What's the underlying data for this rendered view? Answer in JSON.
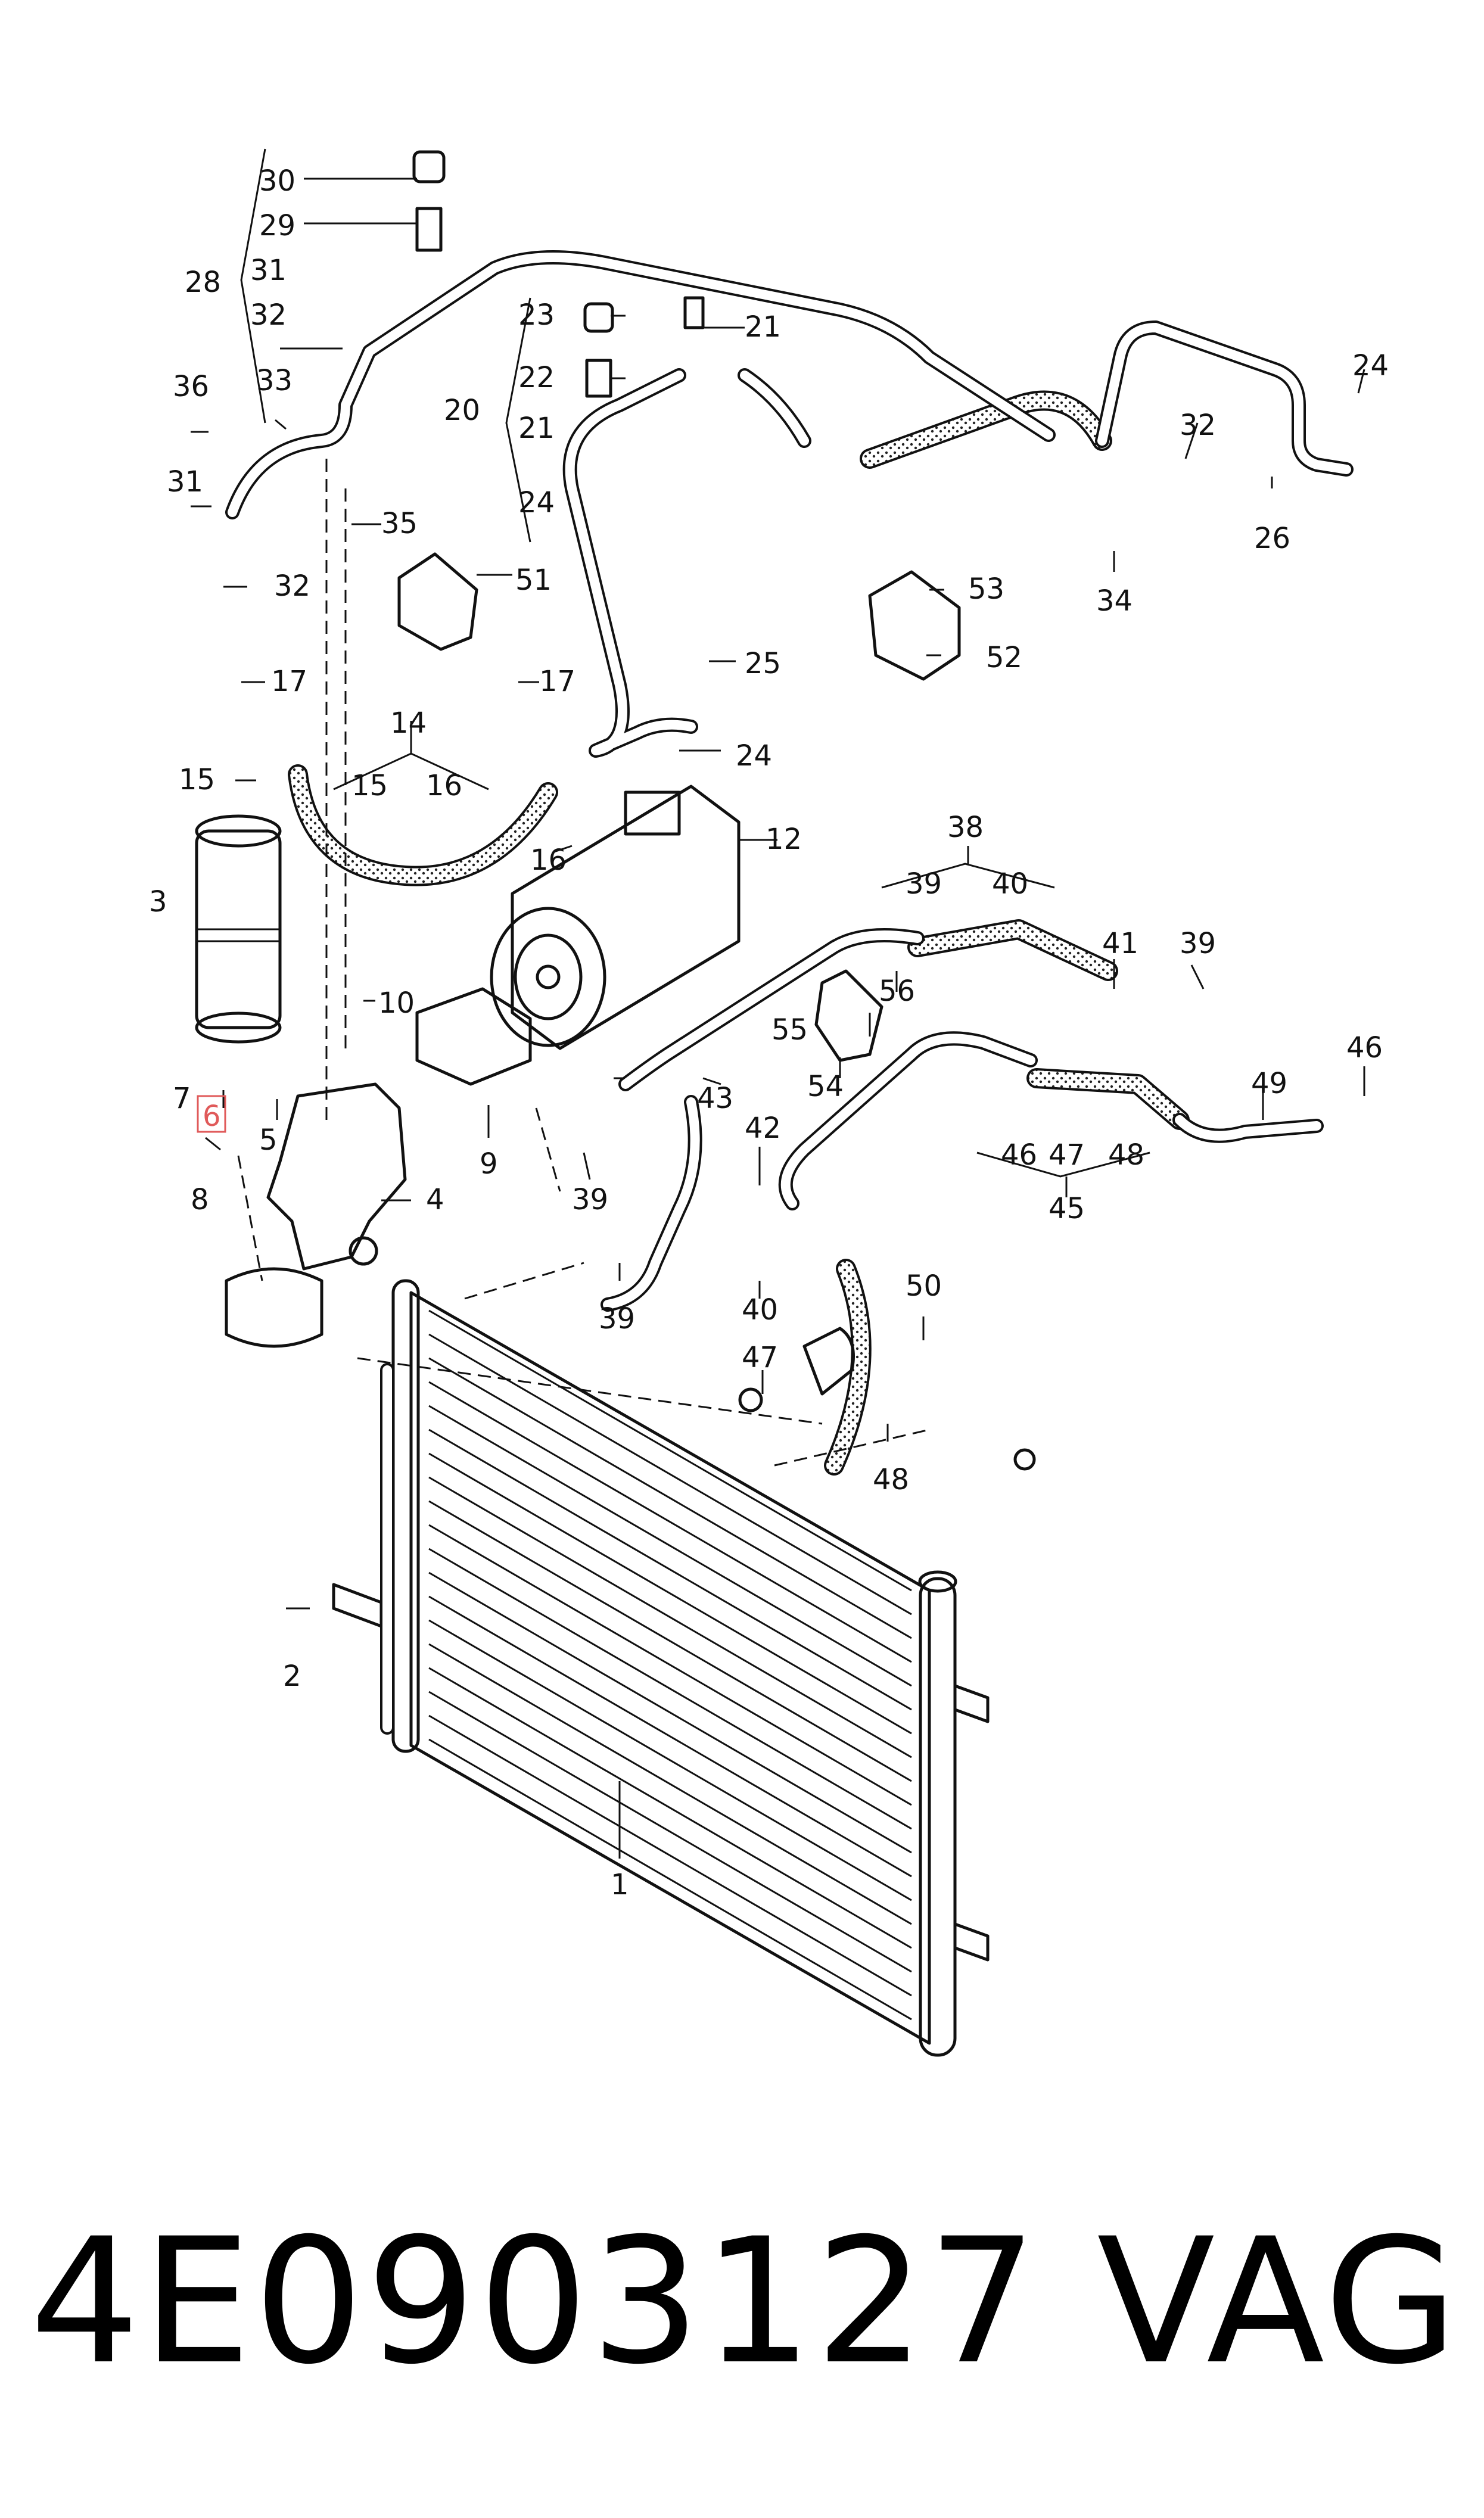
{
  "diagram": {
    "callouts": {
      "c1": "1",
      "c2": "2",
      "c3": "3",
      "c4": "4",
      "c5": "5",
      "c6": "6",
      "c7": "7",
      "c8": "8",
      "c9": "9",
      "c10": "10",
      "c12": "12",
      "c14": "14",
      "c15a": "15",
      "c15b": "15",
      "c16a": "16",
      "c16b": "16",
      "c17a": "17",
      "c17b": "17",
      "c20": "20",
      "c21a": "21",
      "c21b": "21",
      "c22": "22",
      "c23": "23",
      "c24a": "24",
      "c24b": "24",
      "c24c": "24",
      "c25": "25",
      "c26": "26",
      "c28": "28",
      "c29": "29",
      "c30": "30",
      "c31a": "31",
      "c31b": "31",
      "c32a": "32",
      "c32b": "32",
      "c32c": "32",
      "c33": "33",
      "c34": "34",
      "c35": "35",
      "c36": "36",
      "c38": "38",
      "c39a": "39",
      "c39b": "39",
      "c39c": "39",
      "c39d": "39",
      "c40a": "40",
      "c40b": "40",
      "c41": "41",
      "c42": "42",
      "c43": "43",
      "c45": "45",
      "c46a": "46",
      "c46b": "46",
      "c47a": "47",
      "c47b": "47",
      "c48a": "48",
      "c48b": "48",
      "c49": "49",
      "c50": "50",
      "c51": "51",
      "c52": "52",
      "c53": "53",
      "c54": "54",
      "c55": "55",
      "c56": "56"
    },
    "highlighted_callout": "6",
    "highlight_color": "#e05a5a"
  },
  "footer": {
    "part_number": "4E0903127",
    "brand": "VAG"
  }
}
